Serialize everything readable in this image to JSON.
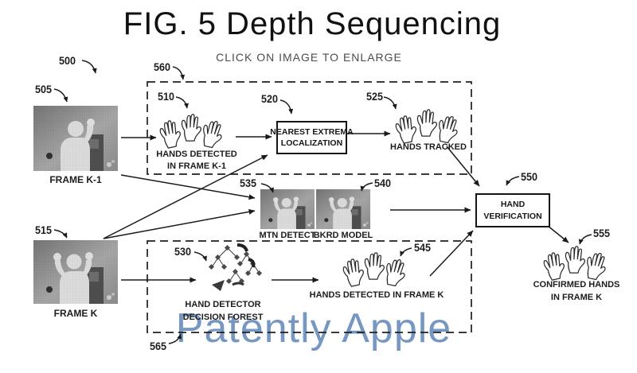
{
  "title": "FIG. 5 Depth Sequencing",
  "subtitle": "CLICK ON IMAGE TO ENLARGE",
  "watermark": "Patently Apple",
  "colors": {
    "watermark": "#6E92BE",
    "line": "#1A1A1A"
  },
  "refs": {
    "r500": "500",
    "r505": "505",
    "r510": "510",
    "r515": "515",
    "r520": "520",
    "r525": "525",
    "r530": "530",
    "r535": "535",
    "r540": "540",
    "r545": "545",
    "r550": "550",
    "r555": "555",
    "r560": "560",
    "r565": "565"
  },
  "nodes": {
    "frame_k1": "FRAME K-1",
    "frame_k": "FRAME K",
    "hands_detected_k1_l1": "HANDS DETECTED",
    "hands_detected_k1_l2": "IN FRAME K-1",
    "nearest_extrema_l1": "NEAREST EXTREMA",
    "nearest_extrema_l2": "LOCALIZATION",
    "hands_tracked": "HANDS TRACKED",
    "mtn_detect": "MTN DETECT",
    "bkrd_model": "BKRD MODEL",
    "hand_detector_l1": "HAND DETECTOR",
    "hand_detector_l2": "DECISION FOREST",
    "hands_detected_k": "HANDS DETECTED IN FRAME K",
    "hand_verification_l1": "HAND",
    "hand_verification_l2": "VERIFICATION",
    "confirmed_hands_l1": "CONFIRMED HANDS",
    "confirmed_hands_l2": "IN FRAME K"
  }
}
